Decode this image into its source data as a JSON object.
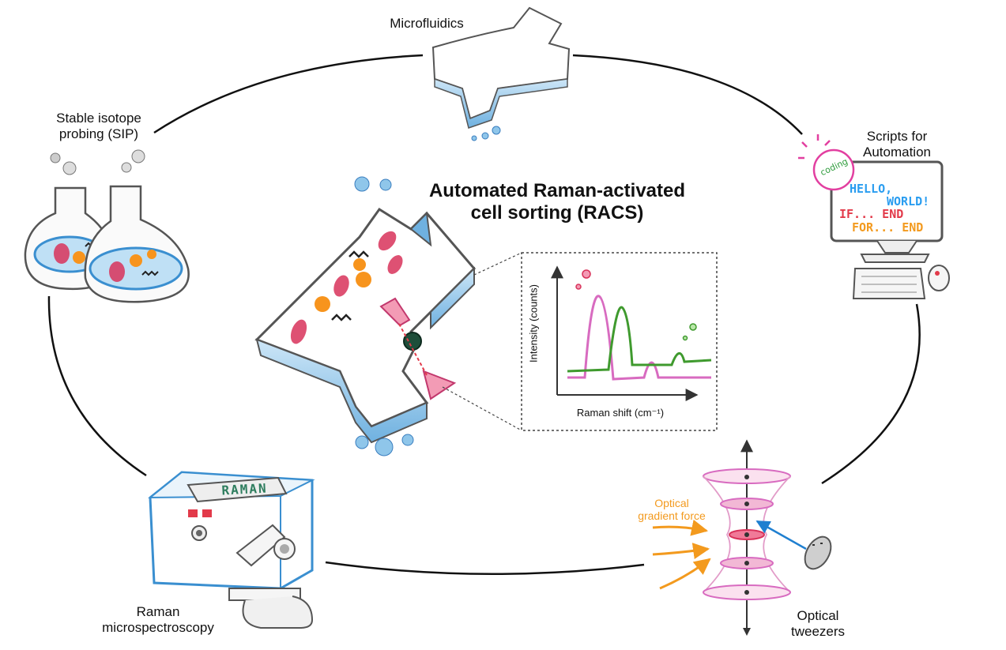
{
  "title": {
    "line1": "Automated Raman-activated",
    "line2": "cell sorting (RACS)"
  },
  "nodes": {
    "microfluidics": "Microfluidics",
    "scripts": {
      "line1": "Scripts for",
      "line2": "Automation"
    },
    "optical_tweezers": {
      "line1": "Optical",
      "line2": "tweezers"
    },
    "raman_microscopy": {
      "line1": "Raman",
      "line2": "microspectroscopy"
    },
    "sip": {
      "line1": "Stable isotope",
      "line2": "probing (SIP)"
    }
  },
  "raman_box_label": "RAMAN",
  "computer_screen": {
    "badge": "coding",
    "lines": [
      "HELLO,",
      "WORLD!",
      "IF... END",
      "FOR... END"
    ]
  },
  "tweezers_force_label": {
    "line1": "Optical",
    "line2": "gradient force"
  },
  "spectrum_inset": {
    "ylabel": "Intensity (counts)",
    "xlabel": "Raman shift (cm⁻¹)"
  },
  "colors": {
    "pink": "#d86bc0",
    "green": "#3f9a2e",
    "blue": "#5aa8dc",
    "orange": "#f7941d",
    "red_cell": "#d8325a"
  }
}
